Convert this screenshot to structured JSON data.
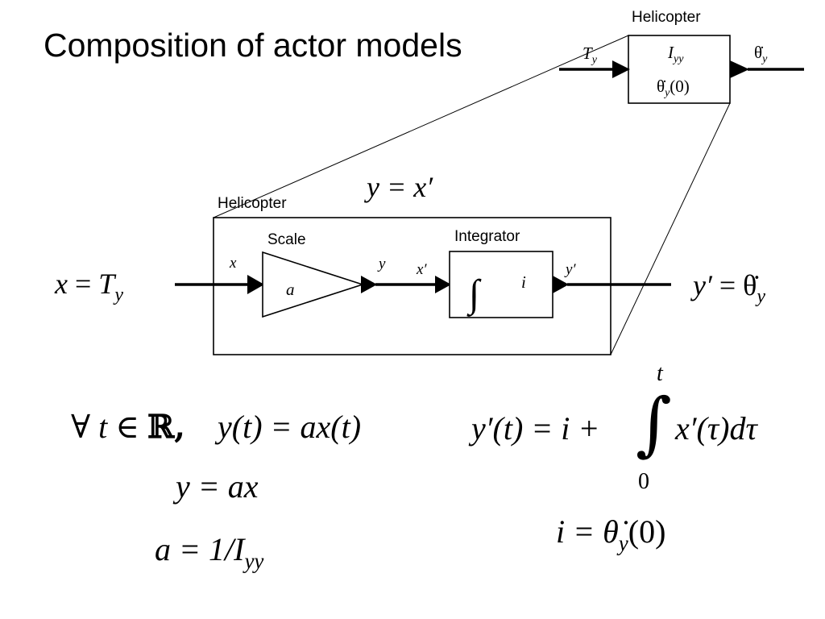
{
  "slide": {
    "title": "Composition of actor models"
  },
  "top_block": {
    "label": "Helicopter",
    "param_1": "I",
    "param_1_sub": "yy",
    "param_2": "θ̇",
    "param_2_sub": "y",
    "param_2_arg": "(0)",
    "input_label": "T",
    "input_sub": "y",
    "output_label": "θ̇",
    "output_sub": "y"
  },
  "composite": {
    "label": "Helicopter",
    "equation": "y = x′",
    "input_eq_lhs": "x",
    "input_eq_rhs": "T",
    "input_eq_sub": "y",
    "output_eq_lhs": "y′",
    "output_eq_rhs": "θ̇",
    "output_eq_sub": "y",
    "scale": {
      "label": "Scale",
      "param": "a",
      "in_port": "x",
      "out_port": "y"
    },
    "integrator": {
      "label": "Integrator",
      "symbol": "∫",
      "param": "i",
      "in_port": "x′",
      "out_port": "y′"
    }
  },
  "equations": {
    "forall": "∀",
    "t": "t",
    "in": "∈",
    "reals": "ℝ,",
    "scale_def": "y(t) = ax(t)",
    "y_eq": "y = ax",
    "a_eq_lhs": "a = 1/I",
    "a_eq_sub": "yy",
    "integ_lhs": "y′(t) = i +",
    "integ_upper": "t",
    "integ_lower": "0",
    "integ_body": "x′(τ)dτ",
    "i_eq_lhs": "i = θ̇",
    "i_eq_sub": "y",
    "i_eq_arg": "(0)"
  }
}
